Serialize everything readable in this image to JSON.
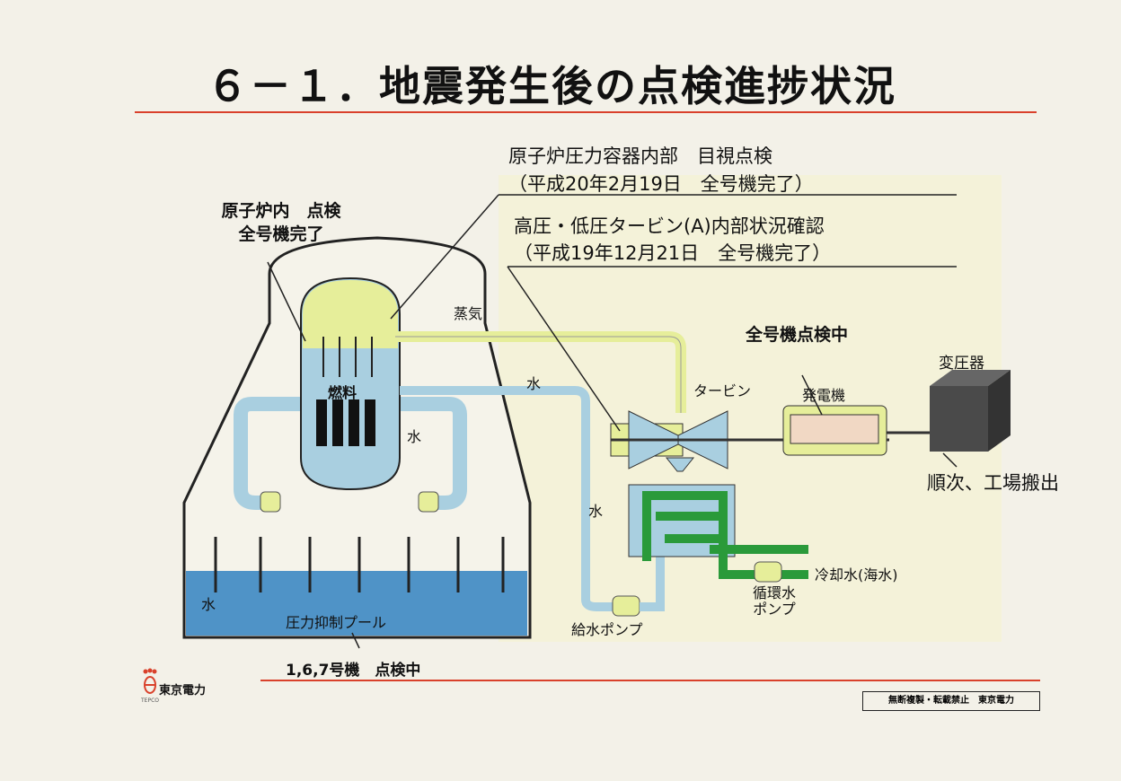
{
  "title": "６－１．地震発生後の点検進捗状況",
  "callouts": {
    "rpv_line1": "原子炉圧力容器内部　目視点検",
    "rpv_line2": "（平成20年2月19日　全号機完了）",
    "turbine_line1": "高圧・低圧タービン(A)内部状況確認",
    "turbine_line2": "（平成19年12月21日　全号機完了）",
    "reactor_line1": "原子炉内　点検",
    "reactor_line2": "全号機完了",
    "generator_status": "全号機点検中",
    "transformer_status": "順次、工場搬出",
    "pool_status": "1,6,7号機　点検中"
  },
  "diagram_labels": {
    "steam": "蒸気",
    "water_return": "水",
    "fuel": "燃料",
    "water_reactor": "水",
    "water_condenser": "水",
    "turbine": "タービン",
    "generator": "発電機",
    "transformer": "変圧器",
    "cooling_water": "冷却水(海水)",
    "circulating_pump_line1": "循環水",
    "circulating_pump_line2": "ポンプ",
    "feedwater_pump": "給水ポンプ",
    "pool_water": "水",
    "suppression_pool": "圧力抑制プール"
  },
  "footer": {
    "company": "東京電力",
    "logo_sub": "TEPCO",
    "copyright": "無断複製・転載禁止　東京電力"
  },
  "colors": {
    "accent_rule": "#d9412b",
    "pipe_blue": "#a9cfe0",
    "reactor_yellow": "#e6ee9a",
    "cooling_green": "#2a9a3a",
    "pool_blue": "#4f93c7",
    "transformer_gray": "#4a4a4a"
  }
}
